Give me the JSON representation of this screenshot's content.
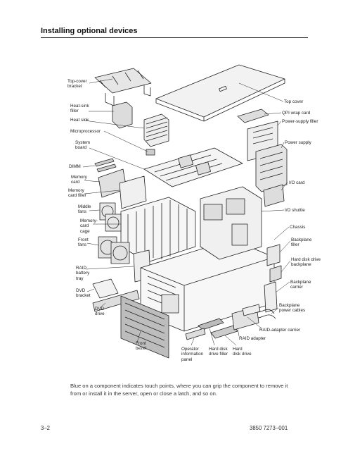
{
  "header": {
    "title": "Installing optional devices"
  },
  "callouts": {
    "top_cover_bracket": "Top-cover\nbracket",
    "heat_sink_filler": "Heat-sink\nfiller",
    "heat_sink": "Heat sink",
    "microprocessor": "Microprocessor",
    "system_board": "System\nboard",
    "dimm": "DIMM",
    "memory_card": "Memory\ncard",
    "memory_card_filler": "Memory\ncard filler",
    "middle_fans": "Middle\nfans",
    "memory_card_cage": "Memory-\ncard\ncage",
    "front_fans": "Front\nfans",
    "raid_battery_tray": "RAID\nbattery\ntray",
    "dvd_bracket": "DVD\nbracket",
    "dvd_drive": "DVD\ndrive",
    "front_bezel": "Front\nbezel",
    "operator_information_panel": "Operator\ninformation\npanel",
    "hard_disk_drive_filler": "Hard disk\ndrive filler",
    "hard_disk_drive": "Hard\ndisk drive",
    "raid_adapter": "RAID adapter",
    "raid_adapter_carrier": "RAID-adapter carrier",
    "top_cover": "Top cover",
    "qpi_wrap_card": "QPI wrap card",
    "power_supply_filler": "Power-supply filler",
    "power_supply": "Power supply",
    "io_card": "I/O card",
    "io_shuttle": "I/O shuttle",
    "chassis": "Chassis",
    "backplane_filler": "Backplane\nfiller",
    "hard_disk_drive_backplane": "Hard disk drive\nbackplane",
    "backplane_carrier": "Backplane\ncarrier",
    "backplane_power_cables": "Backplane\npower cables"
  },
  "caption": "Blue on a component indicates touch points, where you can grip the component to remove it from or install it in the server, open or close a latch, and so on.",
  "footer": {
    "page_number": "3–2",
    "doc_number": "3850 7273–001"
  }
}
